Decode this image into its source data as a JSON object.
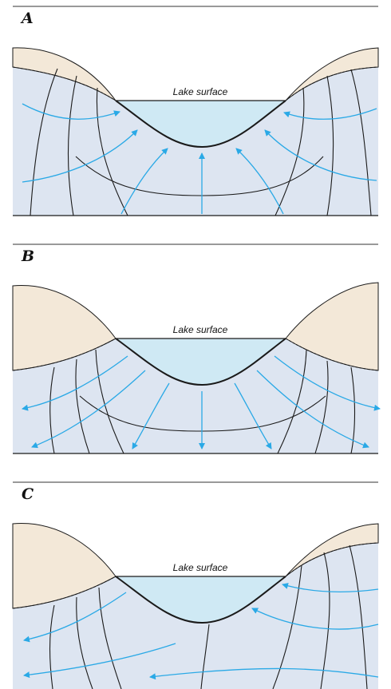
{
  "colors": {
    "ground": "#dde5f1",
    "upland": "#f3e8d8",
    "lake": "#cfe9f4",
    "flow_arrow": "#2aa9e6",
    "outline": "#1a1a1a"
  },
  "panels": [
    {
      "letter": "A",
      "lake_label": "Lake surface"
    },
    {
      "letter": "B",
      "lake_label": "Lake surface"
    },
    {
      "letter": "C",
      "lake_label": "Lake surface"
    }
  ]
}
